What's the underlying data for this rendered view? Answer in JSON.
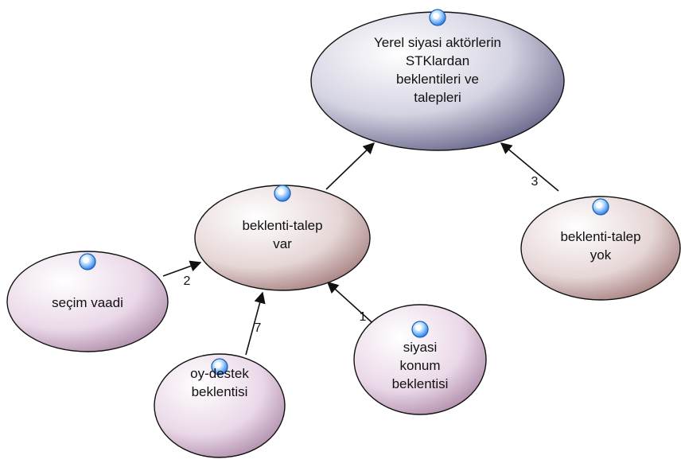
{
  "nodes": [
    {
      "id": "root",
      "lines": [
        "Yerel siyasi aktörlerin",
        "STKlardan",
        "beklentileri ve",
        "talepleri"
      ],
      "style": "root"
    },
    {
      "id": "var",
      "lines": [
        "beklenti-talep",
        "var"
      ],
      "style": "child"
    },
    {
      "id": "yok",
      "lines": [
        "beklenti-talep",
        "yok"
      ],
      "style": "child"
    },
    {
      "id": "secim",
      "lines": [
        "seçim vaadi"
      ],
      "style": "leaf"
    },
    {
      "id": "oy",
      "lines": [
        "oy-destek",
        "beklentisi"
      ],
      "style": "leaf"
    },
    {
      "id": "siyasi",
      "lines": [
        "siyasi",
        "konum",
        "beklentisi"
      ],
      "style": "leaf"
    }
  ],
  "edges": [
    {
      "from": "var",
      "to": "root",
      "label": ""
    },
    {
      "from": "yok",
      "to": "root",
      "label": "3"
    },
    {
      "from": "secim",
      "to": "var",
      "label": "2"
    },
    {
      "from": "oy",
      "to": "var",
      "label": "7"
    },
    {
      "from": "siyasi",
      "to": "var",
      "label": "1"
    }
  ],
  "colors": {
    "root_fill_light": "#ffffff",
    "root_fill_dark": "#5d5c82",
    "child_fill_light": "#ffffff",
    "child_fill_dark": "#a07878",
    "leaf_fill_light": "#ffffff",
    "leaf_fill_dark": "#aa86a4",
    "outline": "#111111",
    "icon_blue": "#2e80e6"
  },
  "icon": "node-marker-icon"
}
